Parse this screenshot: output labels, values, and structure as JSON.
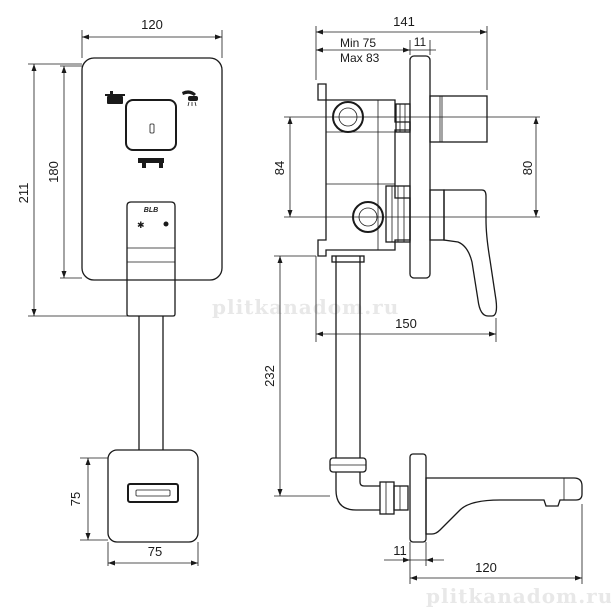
{
  "front_view": {
    "plate_width": "120",
    "plate_height_inner": "180",
    "total_height": "211",
    "spout_plate_width": "75",
    "spout_plate_height": "75",
    "brand_mark": "BLB"
  },
  "side_view": {
    "total_depth": "141",
    "min_label": "Min 75",
    "max_label": "Max 83",
    "plate_depth_top": "11",
    "height_upper": "84",
    "height_lower": "80",
    "lever_reach": "150",
    "pipe_height": "232",
    "spout_plate_depth": "11",
    "spout_length": "120"
  },
  "watermarks": {
    "center": "plitkanadom.ru",
    "bottom_right": "plitkanadom.ru"
  },
  "icons": {
    "bath": "bathtub-icon",
    "shower": "shower-head-icon",
    "spout": "spout-icon"
  }
}
